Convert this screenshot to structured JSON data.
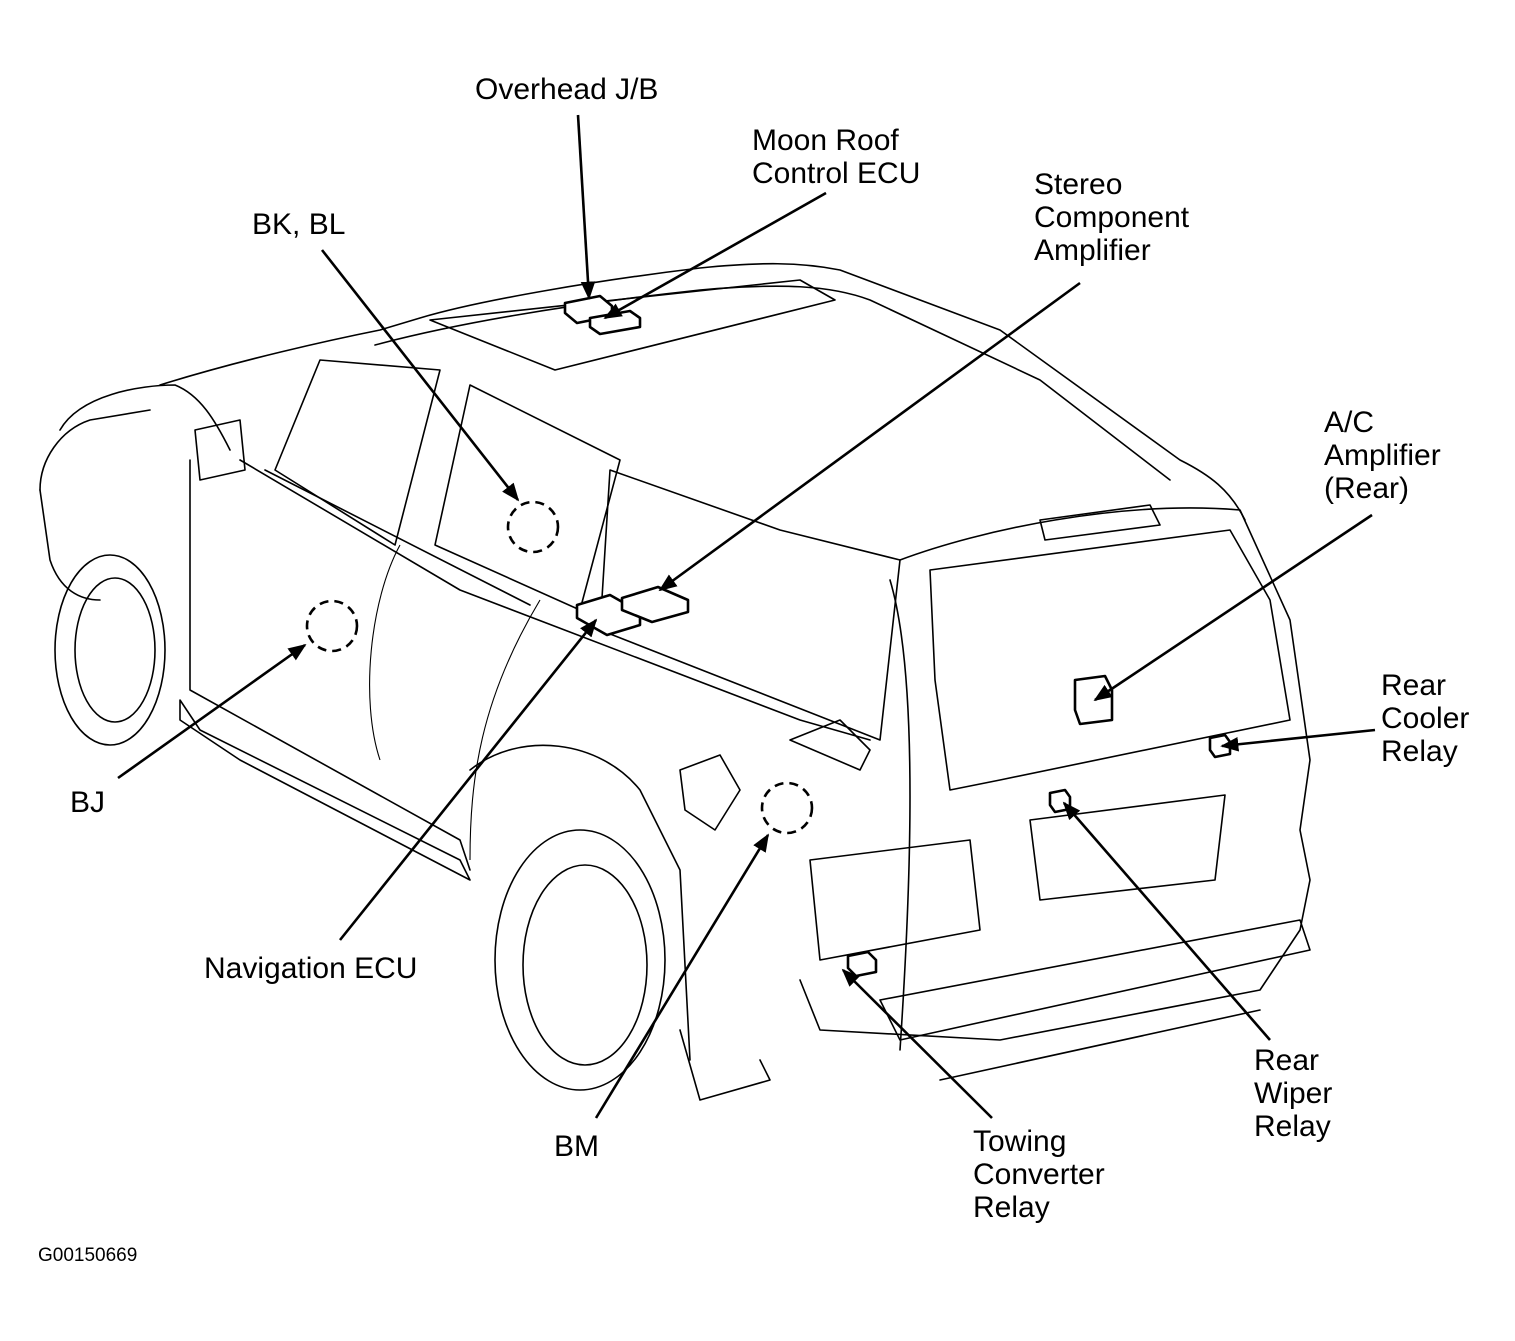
{
  "figure_id": "G00150669",
  "components": [
    {
      "id": "overhead-jb",
      "label": "Overhead J/B",
      "kind": "box"
    },
    {
      "id": "moon-roof-ecu",
      "label": "Moon Roof\nControl ECU",
      "kind": "box"
    },
    {
      "id": "bk-bl",
      "label": "BK, BL",
      "kind": "connector"
    },
    {
      "id": "stereo-amp",
      "label": "Stereo\nComponent\nAmplifier",
      "kind": "box"
    },
    {
      "id": "ac-amp-rear",
      "label": "A/C\nAmplifier\n(Rear)",
      "kind": "box"
    },
    {
      "id": "rear-cooler-relay",
      "label": "Rear\nCooler\nRelay",
      "kind": "box"
    },
    {
      "id": "bj",
      "label": "BJ",
      "kind": "connector"
    },
    {
      "id": "navigation-ecu",
      "label": "Navigation ECU",
      "kind": "box"
    },
    {
      "id": "bm",
      "label": "BM",
      "kind": "connector"
    },
    {
      "id": "towing-converter-relay",
      "label": "Towing\nConverter\nRelay",
      "kind": "box"
    },
    {
      "id": "rear-wiper-relay",
      "label": "Rear\nWiper\nRelay",
      "kind": "box"
    }
  ]
}
